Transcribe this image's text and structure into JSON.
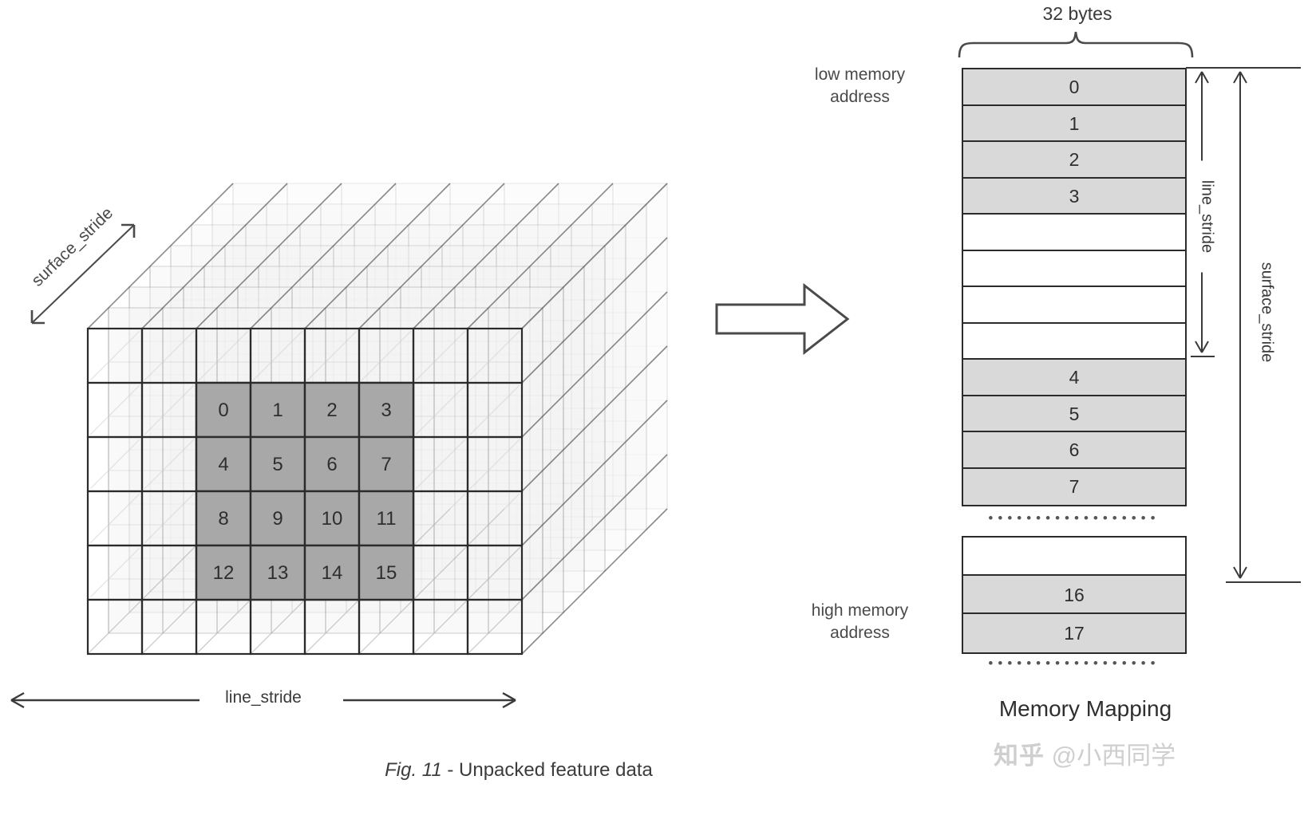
{
  "figure": {
    "caption_prefix": "Fig. 11",
    "caption_sep": " - ",
    "caption_text": "Unpacked feature data"
  },
  "cube": {
    "labels": {
      "surface_stride": "surface_stride",
      "line_stride": "line_stride"
    },
    "grid": {
      "cols": 8,
      "rows": 6,
      "shaded_block_origin_col": 2,
      "shaded_block_origin_row": 1,
      "shaded_rows": [
        [
          "0",
          "1",
          "2",
          "3"
        ],
        [
          "4",
          "5",
          "6",
          "7"
        ],
        [
          "8",
          "9",
          "10",
          "11"
        ],
        [
          "12",
          "13",
          "14",
          "15"
        ]
      ]
    }
  },
  "flow": {
    "arrow_icon": "right-arrow-icon"
  },
  "memory": {
    "title": "Memory Mapping",
    "width_label": "32 bytes",
    "low_address_label": "low memory\naddress",
    "low_address_line1": "low memory",
    "low_address_line2": "address",
    "high_address_line1": "high memory",
    "high_address_line2": "address",
    "line_stride_label": "line_stride",
    "surface_stride_label": "surface_stride",
    "block_top": {
      "rows": [
        {
          "value": "0",
          "filled": true
        },
        {
          "value": "1",
          "filled": true
        },
        {
          "value": "2",
          "filled": true
        },
        {
          "value": "3",
          "filled": true
        },
        {
          "value": "",
          "filled": false
        },
        {
          "value": "",
          "filled": false
        },
        {
          "value": "",
          "filled": false
        },
        {
          "value": "",
          "filled": false
        },
        {
          "value": "4",
          "filled": true
        },
        {
          "value": "5",
          "filled": true
        },
        {
          "value": "6",
          "filled": true
        },
        {
          "value": "7",
          "filled": true
        }
      ]
    },
    "block_bottom": {
      "rows": [
        {
          "value": "",
          "filled": false
        },
        {
          "value": "16",
          "filled": true
        },
        {
          "value": "17",
          "filled": true
        }
      ]
    },
    "ellipsis_mid": "••••••••••••••••••",
    "ellipsis_bottom": "••••••••••••••••••"
  },
  "watermark": {
    "logo": "知乎",
    "handle": "@小西同学"
  },
  "colors": {
    "fill_shaded_cube": "#a8a8a8",
    "fill_shaded_mem": "#d9d9d9",
    "stroke_dark": "#2b2b2b",
    "stroke_light": "#cccccc",
    "text": "#3a3a3a",
    "watermark": "#cfcfcf"
  }
}
